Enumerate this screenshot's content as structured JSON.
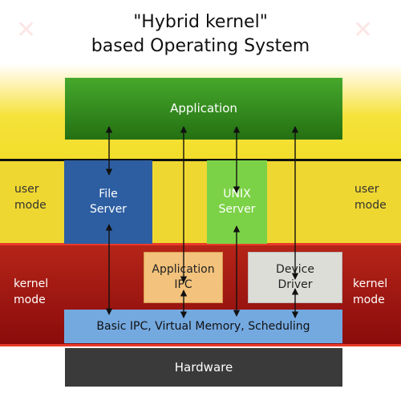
{
  "title": {
    "line1": "\"Hybrid kernel\"",
    "line2": "based Operating System"
  },
  "boxes": {
    "application": "Application",
    "file_server": [
      "File",
      "Server"
    ],
    "unix_server": [
      "UNIX",
      "Server"
    ],
    "app_ipc": [
      "Application",
      "IPC"
    ],
    "device_driver": [
      "Device",
      "Driver"
    ],
    "basic_ipc": "Basic IPC, Virtual Memory, Scheduling",
    "hardware": "Hardware"
  },
  "mode_labels": {
    "user": [
      "user",
      "mode"
    ],
    "kernel": [
      "kernel",
      "mode"
    ]
  },
  "colors": {
    "application": "#2f8a1f",
    "file_server": "#2d5ea2",
    "unix_server": "#7cd247",
    "app_ipc": "#f3c27c",
    "device_driver": "#ddddd8",
    "basic_ipc": "#74a9e0",
    "hardware": "#3a3a3a",
    "user_band": "#efd731",
    "kernel_band": "#a0140f"
  }
}
